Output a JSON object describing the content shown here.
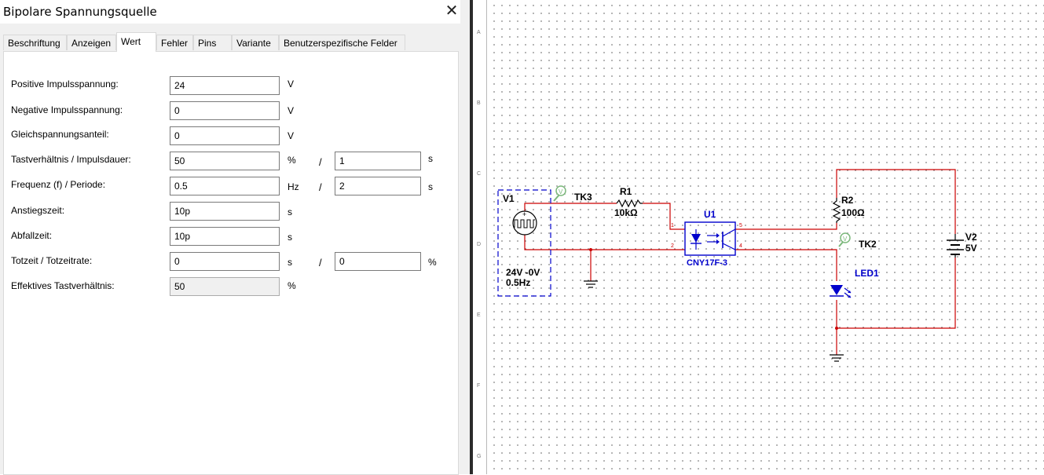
{
  "dialog": {
    "title": "Bipolare Spannungsquelle",
    "close_glyph": "✕",
    "tabs": [
      "Beschriftung",
      "Anzeigen",
      "Wert",
      "Fehler",
      "Pins",
      "Variante",
      "Benutzerspezifische Felder"
    ],
    "active_tab": "Wert",
    "fields": {
      "pos_label": "Positive Impulsspannung:",
      "pos_value": "24",
      "pos_unit": "V",
      "neg_label": "Negative Impulsspannung:",
      "neg_value": "0",
      "neg_unit": "V",
      "dc_label": "Gleichspannungsanteil:",
      "dc_value": "0",
      "dc_unit": "V",
      "duty_label": "Tastverhältnis / Impulsdauer:",
      "duty_value": "50",
      "duty_unit": "%",
      "pw_value": "1",
      "pw_unit": "s",
      "freq_label": "Frequenz (f) / Periode:",
      "freq_value": "0.5",
      "freq_unit": "Hz",
      "period_value": "2",
      "period_unit": "s",
      "rise_label": "Anstiegszeit:",
      "rise_value": "10p",
      "rise_unit": "s",
      "fall_label": "Abfallzeit:",
      "fall_value": "10p",
      "fall_unit": "s",
      "dead_label": "Totzeit / Totzeitrate:",
      "dead_value": "0",
      "dead_unit": "s",
      "deadrate_value": "0",
      "deadrate_unit": "%",
      "eff_label": "Effektives Tastverhältnis:",
      "eff_value": "50",
      "eff_unit": "%",
      "slash": "/"
    }
  },
  "schematic": {
    "ruler_letters": [
      "A",
      "B",
      "C",
      "D",
      "E",
      "F",
      "G"
    ],
    "colors": {
      "wire": "#cc0000",
      "component": "#0000cc",
      "probe": "#7cb87c",
      "dot_grid": "#555555"
    },
    "labels": {
      "v1": "V1",
      "v1_value": "24V -0V",
      "v1_freq": "0.5Hz",
      "tk3": "TK3",
      "tk2": "TK2",
      "probe": "V",
      "r1": "R1",
      "r1_value": "10kΩ",
      "r2": "R2",
      "r2_value": "100Ω",
      "u1": "U1",
      "u1_part": "CNY17F-3",
      "pin1": "1",
      "pin2": "2",
      "pin4": "4",
      "pin5": "5",
      "led1": "LED1",
      "v2": "V2",
      "v2_value": "5V"
    }
  }
}
